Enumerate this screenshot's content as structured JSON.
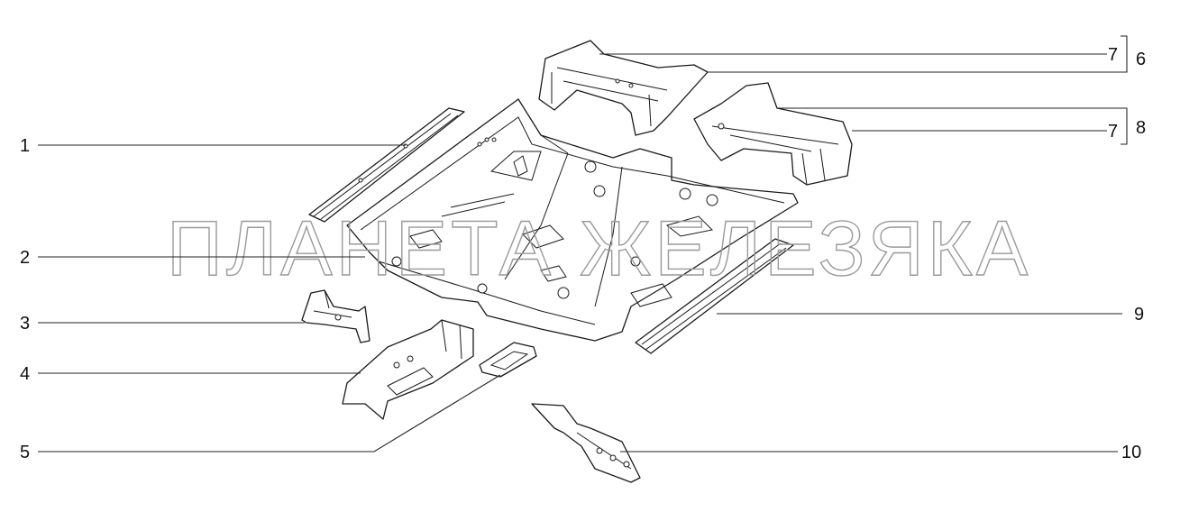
{
  "watermark": "ПЛАНЕТА ЖЕЛЕЗЯКА",
  "callouts": {
    "c1": "1",
    "c2": "2",
    "c3": "3",
    "c4": "4",
    "c5": "5",
    "c6": "6",
    "c7a": "7",
    "c7b": "7",
    "c8": "8",
    "c9": "9",
    "c10": "10"
  }
}
